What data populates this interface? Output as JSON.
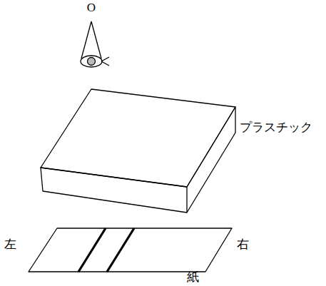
{
  "diagram": {
    "labels": [
      "O",
      "プラスチック",
      "左",
      "右",
      "紙"
    ]
  }
}
